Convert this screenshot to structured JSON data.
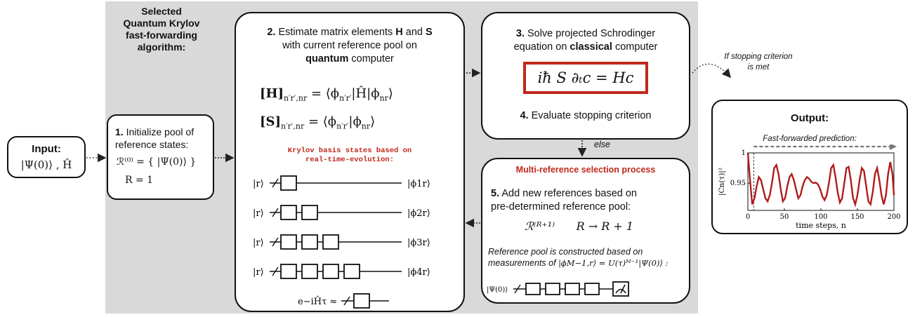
{
  "input": {
    "title": "Input:",
    "math": "|Ψ(0)⟩ , Ĥ"
  },
  "header": {
    "line1": "Selected",
    "line2": "Quantum Krylov",
    "line3": "fast-forwarding",
    "line4": "algorithm:"
  },
  "step1": {
    "num": "1.",
    "line1": "Initialize pool of",
    "line2": "reference states:",
    "math1": "ℛ⁽⁰⁾ = { |Ψ(0)⟩ }",
    "math2": "R = 1"
  },
  "step2": {
    "line1_num": "2.",
    "line1_text": "Estimate matrix elements",
    "bold_H": "H",
    "and": "and",
    "bold_S": "S",
    "line2": "with current reference pool on",
    "line3": "quantum",
    "line3_rest": "computer",
    "eqH_left": "[H]",
    "eqH_sub": "n′r′,nr",
    "eqH_right": "= ⟨ϕ",
    "eqH_sub2": "n′r′",
    "eqH_mid": "|Ĥ|ϕ",
    "eqH_sub3": "nr",
    "eqH_end": "⟩",
    "eqS_left": "[S]",
    "eqS_sub": "n′r′,nr",
    "eqS_right": "= ⟨ϕ",
    "eqS_sub2": "n′r′",
    "eqS_mid": "|ϕ",
    "eqS_sub3": "nr",
    "eqS_end": "⟩",
    "krylov_line1": "Krylov basis states based on",
    "krylov_line2": "real-time-evolution:",
    "ket_r": "|r⟩",
    "outs": [
      "|ϕ1r⟩",
      "|ϕ2r⟩",
      "|ϕ3r⟩",
      "|ϕ4r⟩"
    ],
    "approx": "e−iĤτ ≈"
  },
  "step3": {
    "num": "3.",
    "line1": "Solve projected Schrodinger",
    "line2a": "equation on",
    "line2b": "classical",
    "line2c": "computer",
    "eq": "iħ S ∂ₜc = Hc",
    "num4": "4.",
    "line4": "Evaluate stopping criterion"
  },
  "else_label": "else",
  "stop_label": {
    "line1": "If stopping criterion",
    "line2": "is met"
  },
  "multi": {
    "title": "Multi-reference selection process",
    "num": "5.",
    "line1": "Add new references based on",
    "line2": "pre-determined reference pool:",
    "math": "ℛ⁽ᴿ⁺¹⁾      R → R + 1",
    "note1": "Reference pool is constructed based on",
    "note2": "measurements of",
    "note_math": "|ϕM−1,r⟩ = U(τ)ᴹ⁻¹|Ψ(0)⟩ :",
    "circ_in": "|Ψ(0)⟩"
  },
  "output": {
    "title": "Output:",
    "subtitle": "Fast-forwarded prediction:",
    "ylabel": "|Cn(τ)|²",
    "xlabel": "time steps, n"
  },
  "chart_data": {
    "type": "line",
    "x_ticks": [
      "0",
      "50",
      "100",
      "150",
      "200"
    ],
    "y_ticks": [
      "1",
      "0.95"
    ],
    "xlim": [
      0,
      200
    ],
    "ylim": [
      0.905,
      1.0
    ],
    "series_color": "#b01c1c",
    "x": [
      0,
      3,
      6,
      9,
      12,
      15,
      18,
      21,
      24,
      27,
      30,
      33,
      36,
      39,
      42,
      45,
      48,
      51,
      54,
      57,
      60,
      63,
      66,
      69,
      72,
      75,
      78,
      81,
      84,
      87,
      90,
      93,
      96,
      99,
      102,
      105,
      108,
      111,
      114,
      117,
      120,
      123,
      126,
      129,
      132,
      135,
      138,
      141,
      144,
      147,
      150,
      153,
      156,
      159,
      162,
      165,
      168,
      171,
      174,
      177,
      180,
      183,
      186,
      189,
      192,
      195,
      198,
      200
    ],
    "y": [
      1.0,
      0.955,
      0.915,
      0.925,
      0.945,
      0.96,
      0.955,
      0.94,
      0.925,
      0.92,
      0.93,
      0.95,
      0.975,
      0.98,
      0.965,
      0.94,
      0.92,
      0.925,
      0.945,
      0.96,
      0.965,
      0.955,
      0.94,
      0.925,
      0.93,
      0.945,
      0.955,
      0.96,
      0.957,
      0.952,
      0.95,
      0.951,
      0.948,
      0.94,
      0.928,
      0.922,
      0.93,
      0.95,
      0.975,
      0.98,
      0.96,
      0.935,
      0.918,
      0.925,
      0.95,
      0.975,
      0.977,
      0.955,
      0.925,
      0.915,
      0.93,
      0.955,
      0.975,
      0.97,
      0.945,
      0.92,
      0.915,
      0.935,
      0.965,
      0.975,
      0.955,
      0.93,
      0.915,
      0.93,
      0.965,
      0.985,
      0.965,
      0.93
    ]
  }
}
